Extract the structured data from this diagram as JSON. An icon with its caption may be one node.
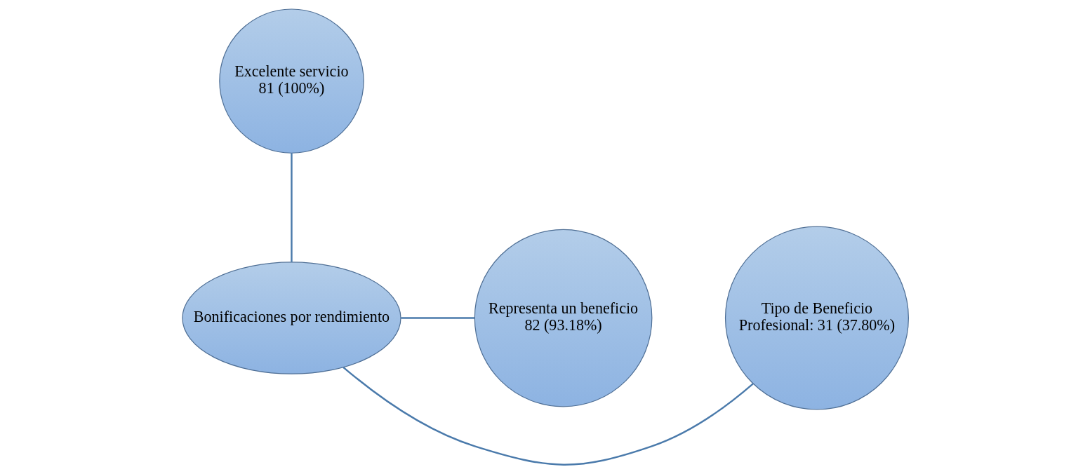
{
  "diagram": {
    "nodes": [
      {
        "text": [
          "Excelente servicio",
          "81 (100%)"
        ]
      },
      {
        "text": [
          "Tipo de Beneficio",
          "Profesional: 31 (37.80%)"
        ]
      },
      {
        "text": [
          "Bonificaciones por rendimiento"
        ]
      },
      {
        "text": [
          "Representa un beneficio",
          "82 (93.18%)"
        ]
      }
    ],
    "edges": [
      {
        "from": 2,
        "to": 0,
        "arrow": "none"
      },
      {
        "from": 2,
        "to": 1,
        "arrow": "none"
      },
      {
        "from": 2,
        "to": 3,
        "arrow": "none"
      }
    ]
  }
}
